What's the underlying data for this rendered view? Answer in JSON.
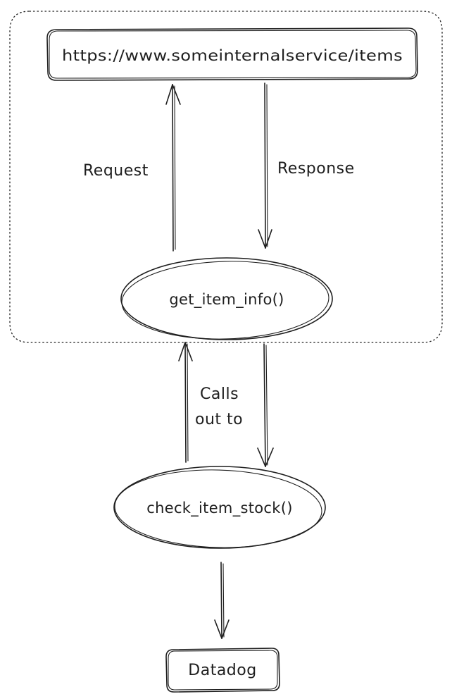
{
  "nodes": {
    "url_box": {
      "label": "https://www.someinternalservice/items"
    },
    "get_item_info": {
      "label": "get_item_info()"
    },
    "check_item_stock": {
      "label": "check_item_stock()"
    },
    "datadog": {
      "label": "Datadog"
    }
  },
  "edges": {
    "request": {
      "label": "Request"
    },
    "response": {
      "label": "Response"
    },
    "calls_out_to": {
      "line1": "Calls",
      "line2": "out to"
    }
  }
}
